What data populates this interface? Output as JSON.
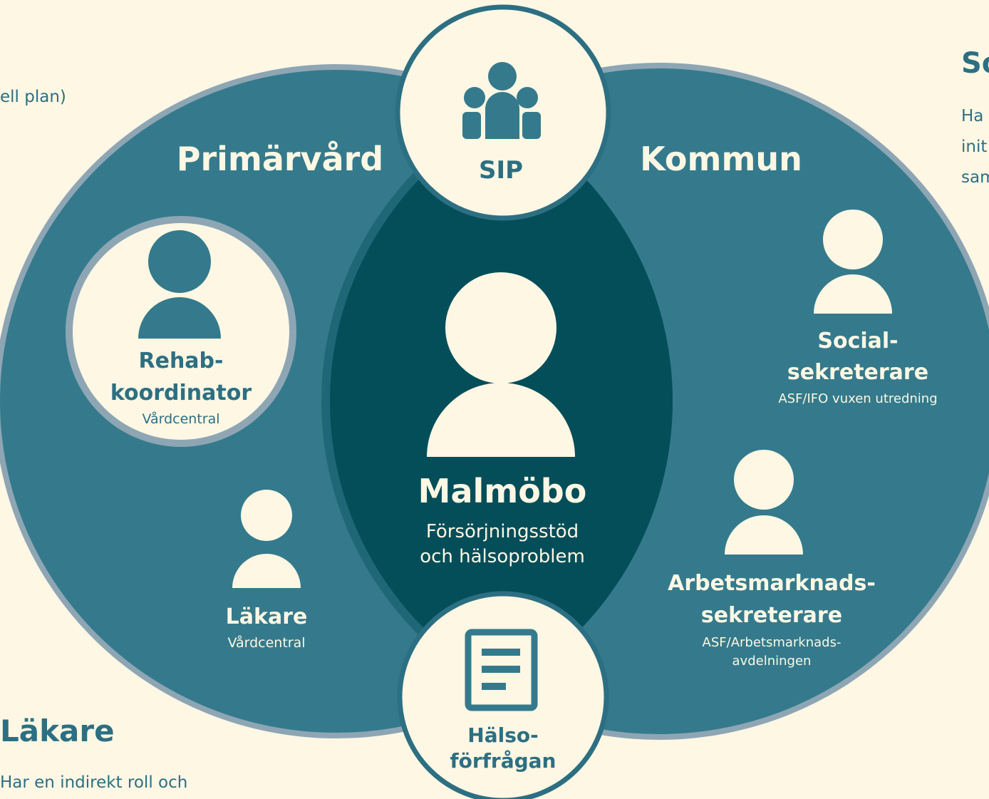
{
  "colors": {
    "background": "#fdf7e4",
    "outer_ring": "#8ea6b4",
    "ellipse": "#347a8c",
    "center_lens": "#044e5a",
    "cream": "#fdf7e4",
    "accent_text": "#2d6f82"
  },
  "left_partial_text": "ell plan)",
  "right_partial": {
    "title": "So",
    "lines": [
      "Ha",
      "init",
      "sam"
    ]
  },
  "bottom_left": {
    "title": "Läkare",
    "line1": "Har en indirekt roll och"
  },
  "left_region": {
    "title": "Primärvård"
  },
  "right_region": {
    "title": "Kommun"
  },
  "sip": {
    "icon": "group-people-icon",
    "label": "SIP"
  },
  "halso": {
    "icon": "document-icon",
    "line1": "Hälso-",
    "line2": "förfrågan"
  },
  "center": {
    "icon": "person-icon",
    "title": "Malmöbo",
    "line1": "Försörjningsstöd",
    "line2": "och hälsoproblem"
  },
  "rehab": {
    "icon": "person-icon",
    "line1": "Rehab-",
    "line2": "koordinator",
    "sub": "Vårdcentral"
  },
  "lakare": {
    "icon": "person-icon",
    "title": "Läkare",
    "sub": "Vårdcentral"
  },
  "social": {
    "icon": "person-icon",
    "line1": "Social-",
    "line2": "sekreterare",
    "sub": "ASF/IFO vuxen utredning"
  },
  "arbets": {
    "icon": "person-icon",
    "line1": "Arbetsmarknads-",
    "line2": "sekreterare",
    "sub1": "ASF/Arbetsmarknads-",
    "sub2": "avdelningen"
  }
}
